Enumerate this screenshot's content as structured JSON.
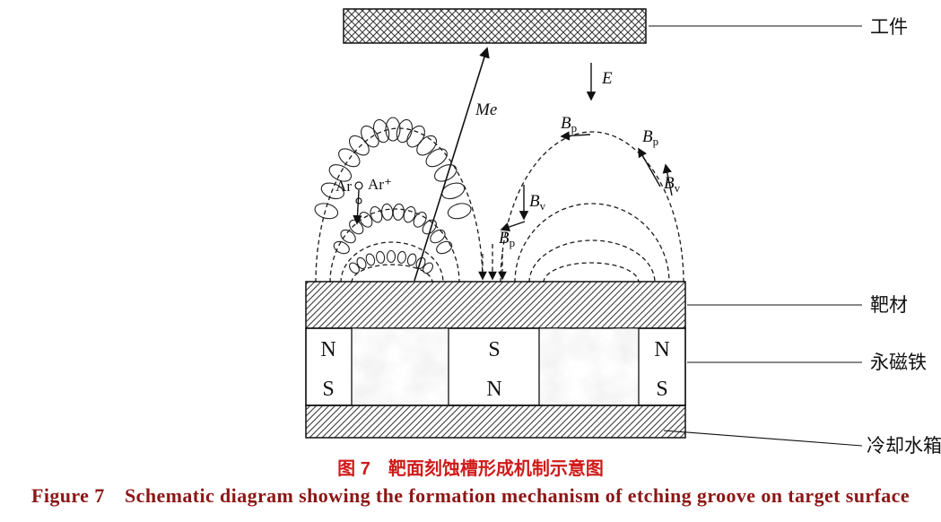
{
  "annotations": {
    "workpiece": "工件",
    "target": "靶材",
    "permanent_magnet": "永磁铁",
    "cooling_tank": "冷却水箱"
  },
  "symbols": {
    "metal_atom": "Me",
    "electric_field": "E",
    "argon_atom": "Ar",
    "argon_ion": "Ar⁺",
    "b": "B",
    "sub_parallel": "p",
    "sub_vertical": "v"
  },
  "magnet_poles": {
    "left_top": "N",
    "left_bottom": "S",
    "center_top": "S",
    "center_bottom": "N",
    "right_top": "N",
    "right_bottom": "S"
  },
  "caption": {
    "zh": "图 7　靶面刻蚀槽形成机制示意图",
    "en": "Figure 7　Schematic diagram showing the formation mechanism of etching groove on target surface"
  },
  "colors": {
    "caption_zh": "#d01a1a",
    "caption_en": "#8c1616",
    "ink": "#111111"
  }
}
